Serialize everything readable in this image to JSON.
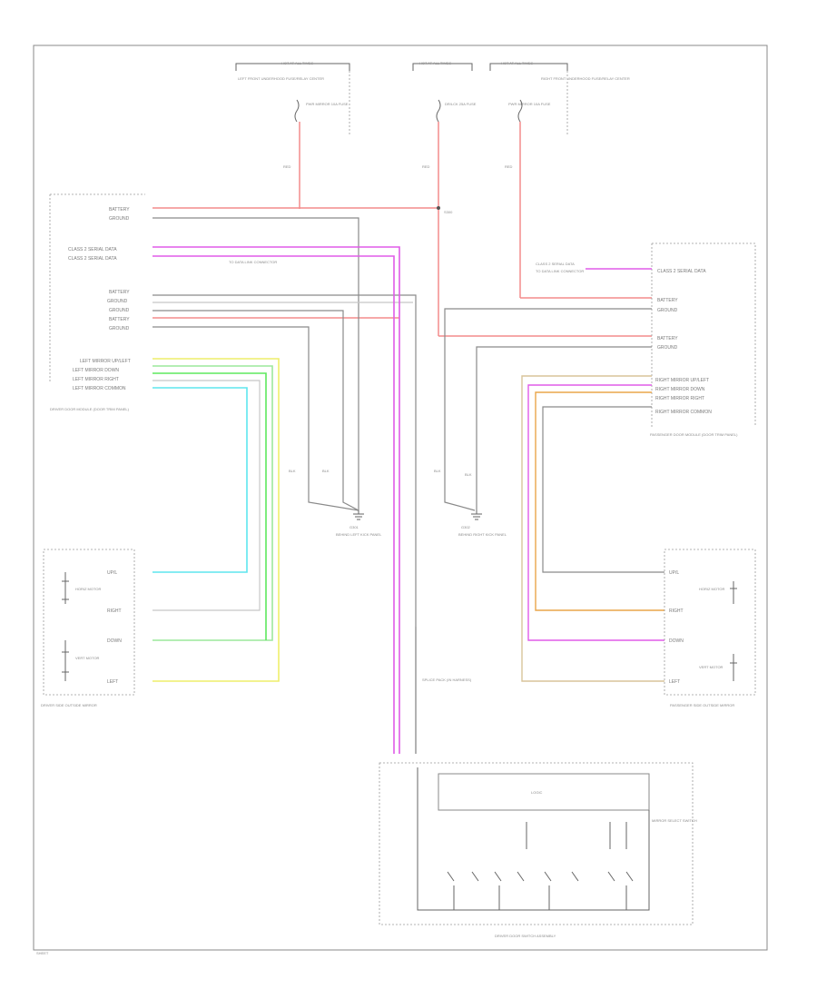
{
  "colors": {
    "red": "#f38b8b",
    "magenta": "#e05ce8",
    "cyan": "#5ee6ee",
    "yellow": "#eeee6a",
    "green": "#5ee85e",
    "lightgreen": "#9ce89c",
    "gray": "#8a8a8a",
    "lightgray": "#c8c8c8",
    "orange": "#eaa64a",
    "tan": "#d8c49a",
    "purple": "#c080ff"
  },
  "labels": {
    "fuse_left_box": "HOT AT ALL TIMES",
    "fuse_left_desc": "LEFT FRONT UNDERHOOD FUSE/RELAY CENTER",
    "fuse_left": "PWR MIRROR 10A FUSE",
    "fuse_mid_box": "HOT AT ALL TIMES",
    "fuse_mid": "DR/LCK 25A FUSE",
    "fuse_right_box": "HOT AT ALL TIMES",
    "fuse_right_desc": "RIGHT FRONT UNDERHOOD FUSE/RELAY CENTER",
    "fuse_right": "PWR MIRROR 10A FUSE",
    "wire_red_a": "RED",
    "wire_red_b": "RED",
    "wire_red_c": "RED",
    "splice": "S300",
    "pin_battery_1": "BATTERY",
    "pin_ground_1": "GROUND",
    "pin_class2_a": "CLASS 2 SERIAL DATA",
    "pin_class2_b": "CLASS 2 SERIAL DATA",
    "to_class2": "TO DATA LINK CONNECTOR",
    "pin_battery_2": "BATTERY",
    "pin_groundb_1": "GROUND",
    "pin_ground_2": "GROUND",
    "pin_battery_3": "BATTERY",
    "pin_ground_3": "GROUND",
    "pin_lm_up": "LEFT MIRROR UP/LEFT",
    "pin_lm_down": "LEFT MIRROR DOWN",
    "pin_lm_right": "LEFT MIRROR RIGHT",
    "pin_lm_common": "LEFT MIRROR COMMON",
    "left_module": "DRIVER DOOR MODULE (DOOR TRIM PANEL)",
    "right_class2": "CLASS 2 SERIAL DATA",
    "right_from": "TO DATA LINK CONNECTOR",
    "right_battery": "BATTERY",
    "right_ground": "GROUND",
    "right_battery2": "BATTERY",
    "right_rm_up": "RIGHT MIRROR UP/LEFT",
    "right_rm_down": "RIGHT MIRROR DOWN",
    "right_rm_right": "RIGHT MIRROR RIGHT",
    "right_rm_common": "RIGHT MIRROR COMMON",
    "right_module": "PASSENGER DOOR MODULE (DOOR TRIM PANEL)",
    "ground_left": "G301",
    "ground_left_desc": "BEHIND LEFT KICK PANEL",
    "ground_right": "G302",
    "ground_right_desc": "BEHIND RIGHT KICK PANEL",
    "wire_blk_1": "BLK",
    "wire_blk_2": "BLK",
    "wire_blk_3": "BLK",
    "wire_blk_4": "BLK",
    "left_mirror": "DRIVER SIDE OUTSIDE MIRROR",
    "left_mirror_up": "UP/L",
    "left_mirror_right": "RIGHT",
    "left_mirror_down": "DOWN",
    "left_mirror_common": "LEFT",
    "left_motor_a": "HORIZ MOTOR",
    "left_motor_b": "VERT MOTOR",
    "right_mirror": "PASSENGER SIDE OUTSIDE MIRROR",
    "right_mirror_a": "UP/L",
    "right_mirror_b": "RIGHT",
    "right_mirror_c": "DOWN",
    "right_mirror_d": "LEFT",
    "right_motor_a": "HORIZ MOTOR",
    "right_motor_b": "VERT MOTOR",
    "splice_center": "SPLICE PACK (IN HARNESS)",
    "switch_assembly": "DRIVER DOOR SWITCH ASSEMBLY",
    "switch_logic": "LOGIC",
    "switch_mirror": "MIRROR SELECT SWITCH",
    "footer": "SHEET"
  }
}
